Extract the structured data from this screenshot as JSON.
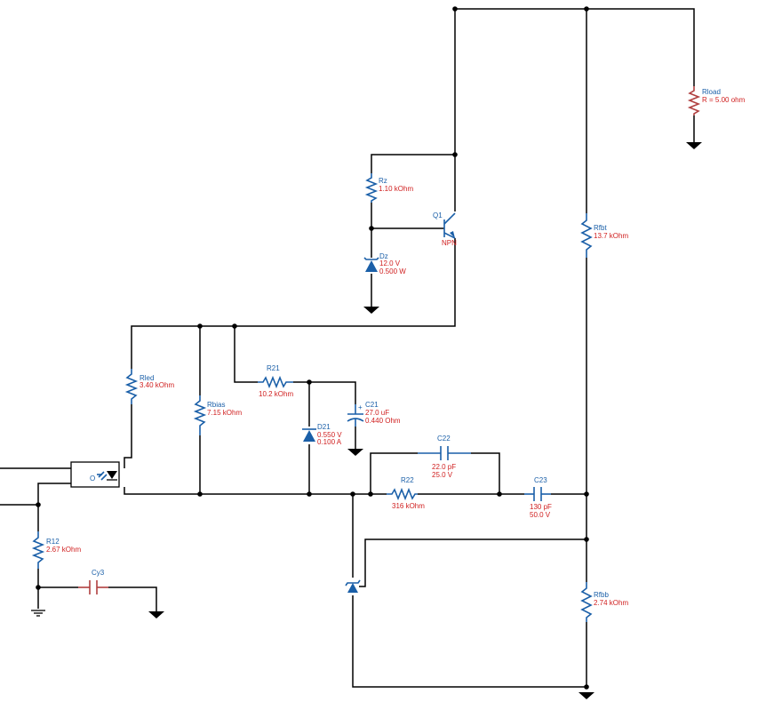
{
  "components": {
    "rload": {
      "name": "Rload",
      "value": "R = 5.00 ohm"
    },
    "rfbt": {
      "name": "Rfbt",
      "value": "13.7 kOhm"
    },
    "rfbb": {
      "name": "Rfbb",
      "value": "2.74 kOhm"
    },
    "rz": {
      "name": "Rz",
      "value": "1.10 kOhm"
    },
    "q1": {
      "name": "Q1",
      "type": "NPN"
    },
    "dz": {
      "name": "Dz",
      "voltage": "12.0 V",
      "power": "0.500 W"
    },
    "rled": {
      "name": "Rled",
      "value": "3.40 kOhm"
    },
    "rbias": {
      "name": "Rbias",
      "value": "7.15 kOhm"
    },
    "r21": {
      "name": "R21",
      "value": "10.2 kOhm"
    },
    "c21": {
      "name": "C21",
      "value": "27.0 uF",
      "esr": "0.440 Ohm"
    },
    "d21": {
      "name": "D21",
      "voltage": "0.550 V",
      "current": "0.100 A"
    },
    "c22": {
      "name": "C22",
      "value": "22.0 pF",
      "rating": "25.0 V"
    },
    "r22": {
      "name": "R22",
      "value": "316 kOhm"
    },
    "c23": {
      "name": "C23",
      "value": "130 pF",
      "rating": "50.0 V"
    },
    "r12": {
      "name": "R12",
      "value": "2.67 kOhm"
    },
    "cy3": {
      "name": "Cy3"
    },
    "opto": {
      "name": "O"
    }
  }
}
